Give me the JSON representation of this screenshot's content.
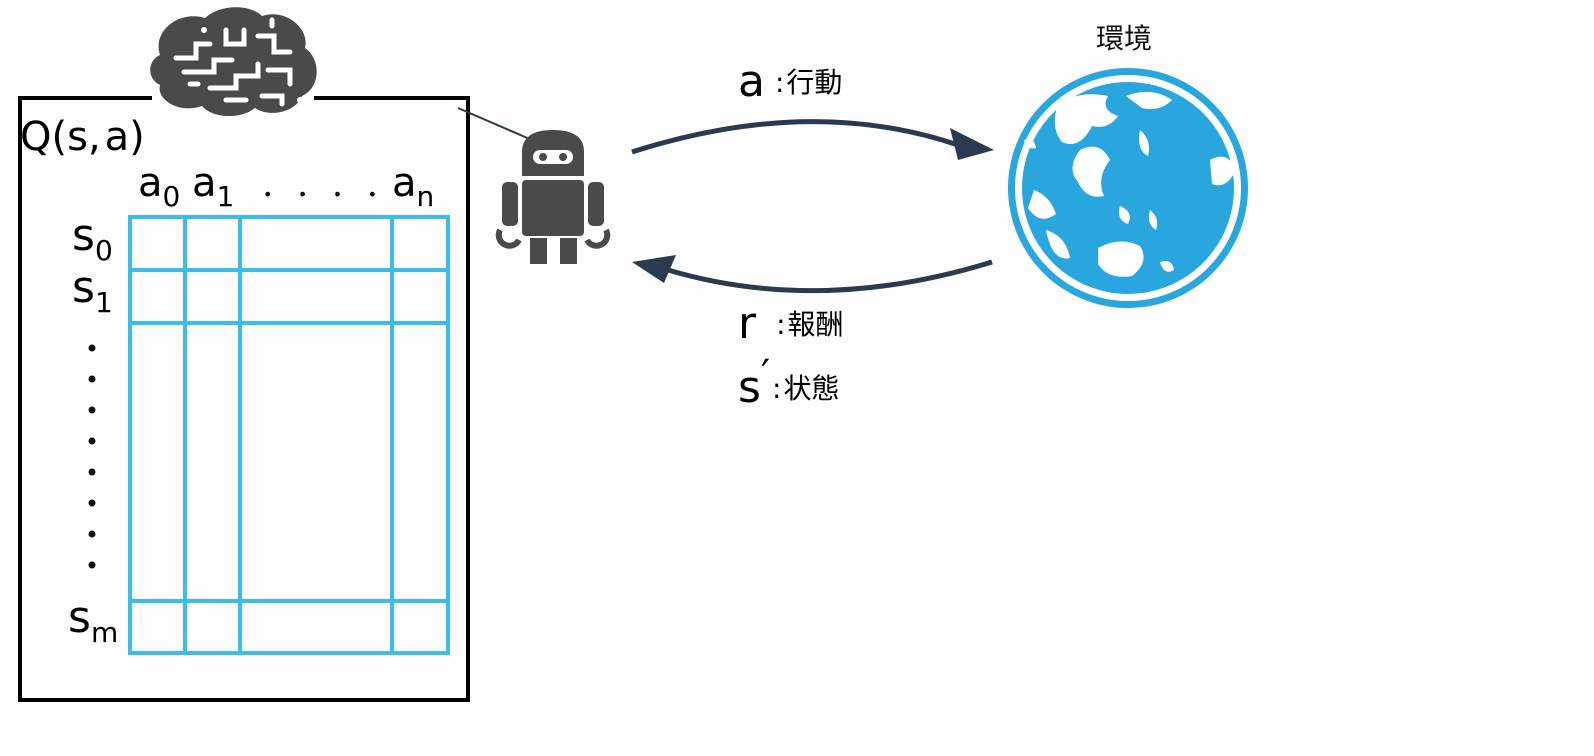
{
  "q_function": {
    "label": "Q(s, a)",
    "q": "Q",
    "open_paren": "(",
    "s": "s",
    "comma": ",",
    "a": "a",
    "close_paren": ")"
  },
  "actions": {
    "a0": {
      "base": "a",
      "sub": "0"
    },
    "a1": {
      "base": "a",
      "sub": "1"
    },
    "dots": ". . . .",
    "an": {
      "base": "a",
      "sub": "n"
    }
  },
  "states": {
    "s0": {
      "base": "s",
      "sub": "0"
    },
    "s1": {
      "base": "s",
      "sub": "1"
    },
    "sm": {
      "base": "s",
      "sub": "m"
    },
    "vertical_dots_count": 8
  },
  "action_arrow": {
    "symbol": "a",
    "colon": ":",
    "text": "行動"
  },
  "reward_arrow": {
    "symbol": "r",
    "colon": ":",
    "text": "報酬"
  },
  "state_arrow": {
    "symbol": "s",
    "prime": "′",
    "colon": ":",
    "text": "状態"
  },
  "environment": {
    "label": "環境"
  },
  "colors": {
    "grid": "#3bbcea",
    "globe": "#2aa6de",
    "arrow": "#2b3a4e",
    "icon": "#4a4a4a",
    "frame": "#000000"
  },
  "icons": [
    "brain-icon",
    "robot-icon",
    "globe-icon"
  ]
}
